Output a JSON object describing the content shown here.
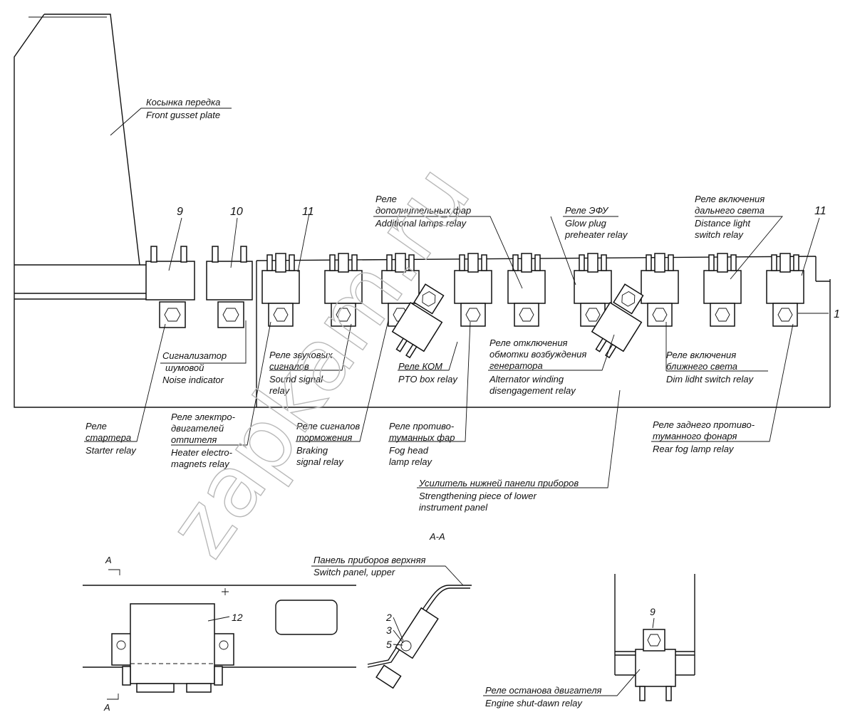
{
  "watermark": "zapkam.ru",
  "labels": {
    "gusset_ru": "Косынка передка",
    "gusset_en": "Front gusset plate",
    "add_lamps_ru1": "Реле",
    "add_lamps_ru2": "дополнительных фар",
    "add_lamps_en": "Additional lamps relay",
    "efu_ru": "Реле ЭФУ",
    "efu_en1": "Glow plug",
    "efu_en2": "preheater relay",
    "dist_ru1": "Реле включения",
    "dist_ru2": "дальнего света",
    "dist_en1": "Distance light",
    "dist_en2": "switch relay",
    "noise_ru1": "Сигнализатор",
    "noise_ru2": "шумовой",
    "noise_en": "Noise indicator",
    "sound_ru1": "Реле звуковых",
    "sound_ru2": "сигналов",
    "sound_en1": "Sound signal",
    "sound_en2": "relay",
    "pto_ru": "Реле КОМ",
    "pto_en": "PTO box relay",
    "alt_ru1": "Реле отключения",
    "alt_ru2": "обмотки возбуждения",
    "alt_ru3": "генератора",
    "alt_en1": "Alternator winding",
    "alt_en2": "disengagement relay",
    "dim_ru1": "Реле включения",
    "dim_ru2": "ближнего света",
    "dim_en": "Dim lidht switch relay",
    "starter_ru1": "Реле",
    "starter_ru2": "стартера",
    "starter_en": "Starter relay",
    "heater_ru1": "Реле электро-",
    "heater_ru2": "двигателей",
    "heater_ru3": "отпителя",
    "heater_en1": "Heater electro-",
    "heater_en2": "magnets relay",
    "brake_ru1": "Реле сигналов",
    "brake_ru2": "торможения",
    "brake_en1": "Braking",
    "brake_en2": "signal relay",
    "fog_ru1": "Реле противо-",
    "fog_ru2": "туманных фар",
    "fog_en1": "Fog head",
    "fog_en2": "lamp relay",
    "rear_fog_ru1": "Реле заднего противо-",
    "rear_fog_ru2": "туманного фонаря",
    "rear_fog_en": "Rear fog lamp relay",
    "strength_ru": "Усилитель нижней панели приборов",
    "strength_en1": "Strengthening piece of lower",
    "strength_en2": "instrument panel",
    "section": "А-А",
    "upper_ru": "Панель приборов верхняя",
    "upper_en": "Switch panel, upper",
    "engine_ru": "Реле останова двигателя",
    "engine_en": "Engine shut-dawn relay",
    "cut_a": "А"
  },
  "numbers": {
    "n9": "9",
    "n10": "10",
    "n11": "11",
    "n11b": "11",
    "n1": "1",
    "n12": "12",
    "n2": "2",
    "n3": "3",
    "n5": "5",
    "n9b": "9"
  }
}
